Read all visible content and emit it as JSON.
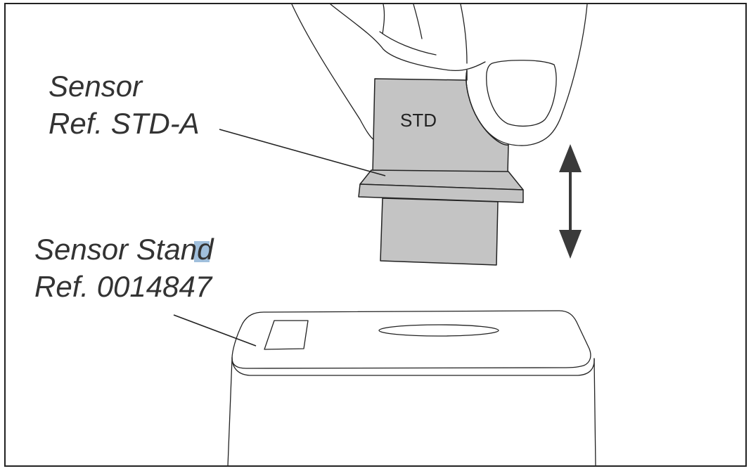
{
  "labels": {
    "sensor_line1": "Sensor",
    "sensor_line2": "Ref. STD-A",
    "stand_line1_prefix": "Sensor Sta",
    "stand_line1_highlight": "n",
    "stand_line1_suffix": "d",
    "stand_line2": "Ref. 0014847",
    "sensor_body": "STD"
  },
  "colors": {
    "sensor_fill": "#c4c4c4",
    "highlight": "#8fb4d6",
    "line": "#222222",
    "arrow": "#3a3a3a"
  },
  "icons": {
    "motion_indicator": "double-vertical-arrow-icon"
  }
}
